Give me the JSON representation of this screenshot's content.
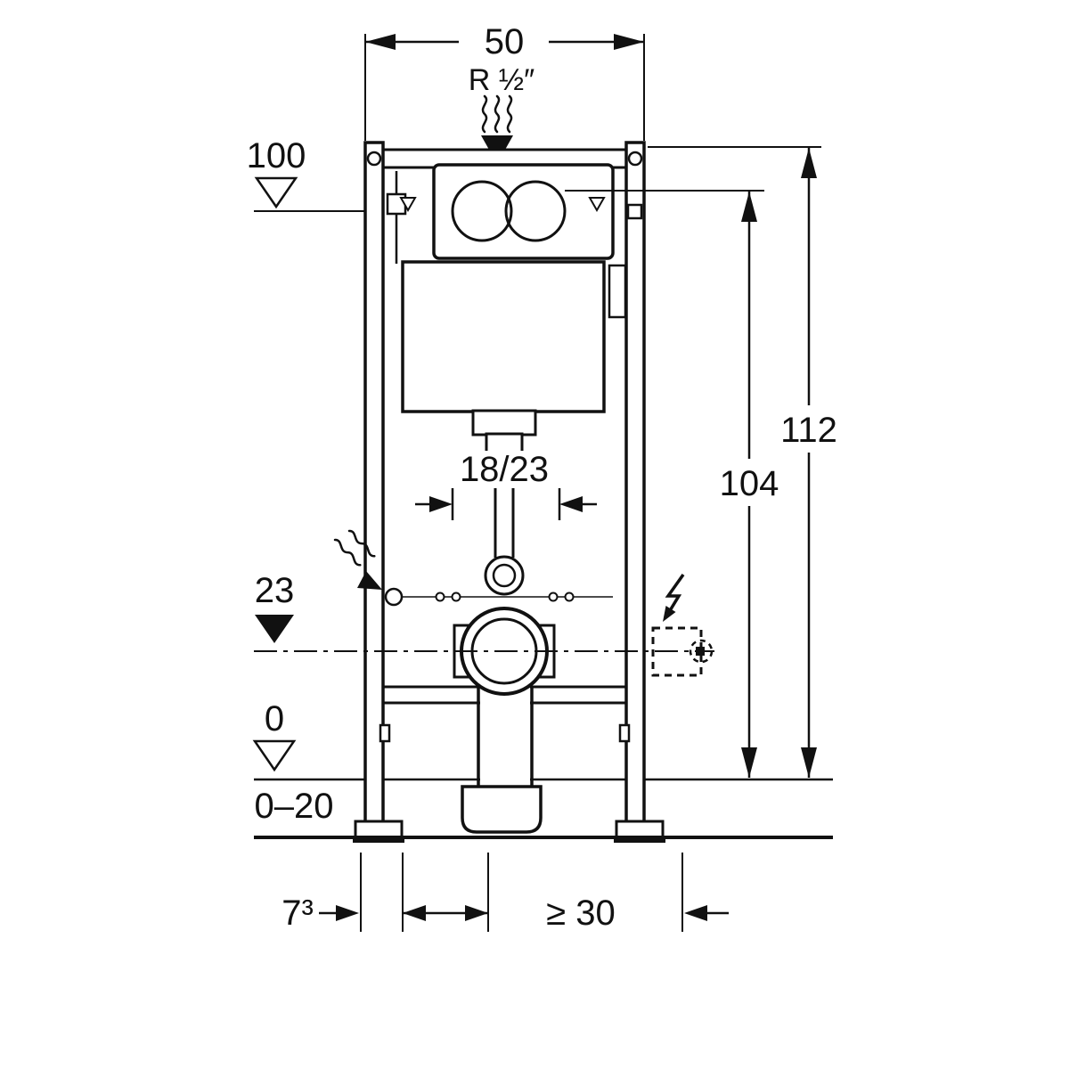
{
  "drawing": {
    "title": "Concealed cistern mounting frame — installation dimensions",
    "labels": {
      "width_top": "50",
      "supply_thread": "R ½″",
      "level_100": "100",
      "height_112": "112",
      "height_104": "104",
      "flush_span": "18/23",
      "outlet_level_23": "23",
      "level_0": "0",
      "floor_range": "0–20",
      "depth_7_3": "7³",
      "clearance_min_30": "≥ 30"
    },
    "symbols": {
      "top_water_inlet": "wavy-flow-lines-with-filled-down-arrow",
      "side_water_inlet": "wavy-flow-lines-with-filled-diagonal-arrow",
      "level_marker_open": "open-triangle",
      "level_marker_filled": "filled-triangle",
      "electrical_connection": "lightning-bolt-arrow",
      "water_level_mark": "small-open-triangle"
    },
    "colors": {
      "line": "#111111",
      "background": "#ffffff"
    }
  }
}
